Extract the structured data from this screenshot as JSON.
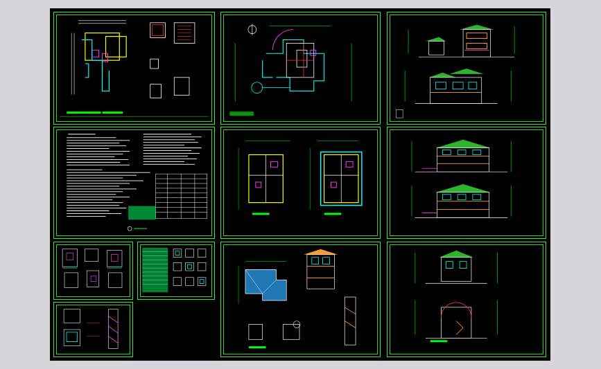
{
  "viewer": {
    "background": "#d6d6da",
    "canvas_color": "#000000",
    "frame_color": "#35e835"
  },
  "sheets": [
    {
      "id": "s1",
      "kind": "floor-plan-with-details"
    },
    {
      "id": "s2",
      "kind": "site-plan"
    },
    {
      "id": "s3",
      "kind": "elevations"
    },
    {
      "id": "s4",
      "kind": "design-notes-and-schedule"
    },
    {
      "id": "s5",
      "kind": "floor-plans"
    },
    {
      "id": "s6",
      "kind": "elevations"
    },
    {
      "id": "s7",
      "kind": "details"
    },
    {
      "id": "s8",
      "kind": "schedule-and-details"
    },
    {
      "id": "s9",
      "kind": "roof-plan-and-sections"
    },
    {
      "id": "s10",
      "kind": "details"
    },
    {
      "id": "s11",
      "kind": "sections"
    }
  ]
}
